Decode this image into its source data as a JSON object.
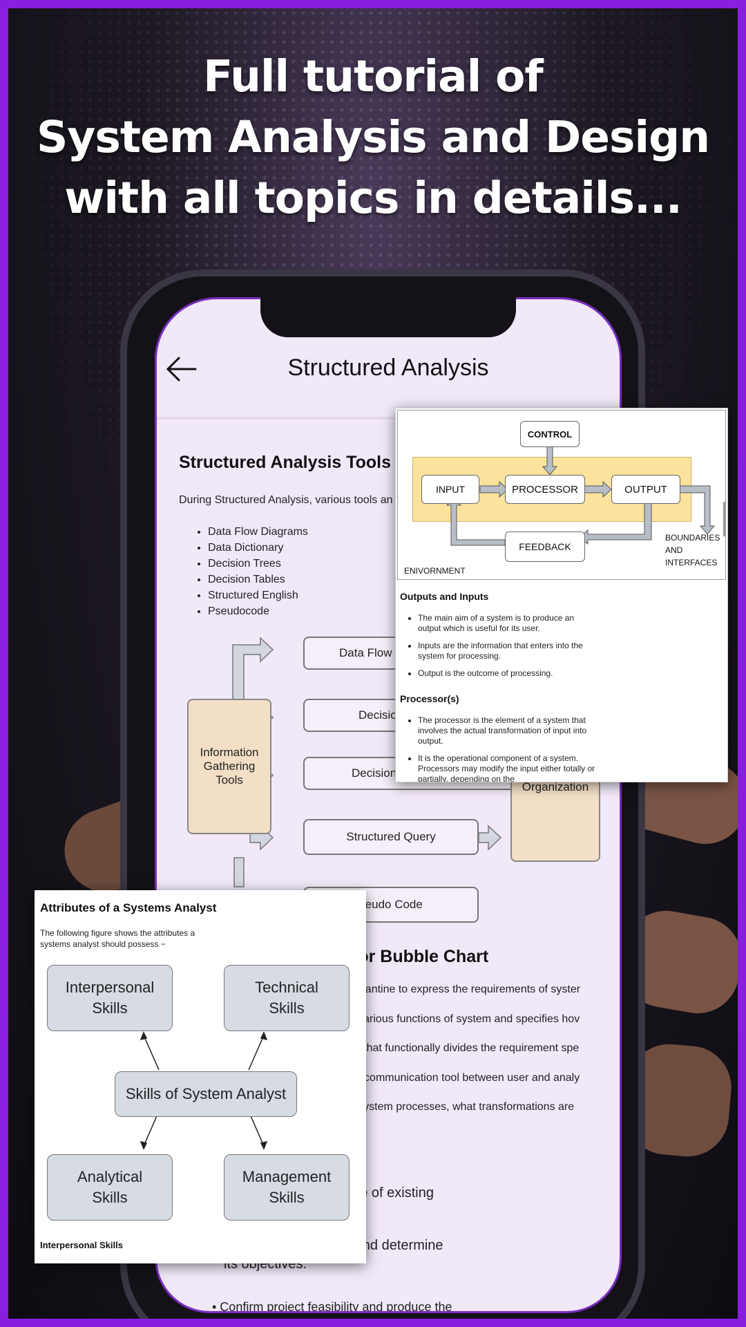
{
  "headline": {
    "line1": "Full tutorial of",
    "line2": "System Analysis and Design",
    "line3": "with all topics in details..."
  },
  "app": {
    "title": "Structured Analysis",
    "back_icon": "back-arrow-icon"
  },
  "content": {
    "section_title": "Structured Analysis Tools",
    "intro": "During Structured Analysis, various tools an",
    "tools": [
      "Data Flow Diagrams",
      "Data Dictionary",
      "Decision Trees",
      "Decision Tables",
      "Structured English",
      "Pseudocode"
    ],
    "diagram": {
      "info_box": "Information Gathering Tools",
      "data_flow": "Data Flow D",
      "decision1": "Decision",
      "decision2": "Decision",
      "structured_query": "Structured Query",
      "pseudo_code": "seudo Code",
      "organization": "Organization"
    },
    "dfd_heading": "D) or Bubble Chart",
    "paras": [
      "Constantine to express the requirements of syster",
      "een various functions of system and specifies hov",
      "hase that functionally divides the requirement spe",
      "good communication tool between user and analy",
      "ta a system processes, what transformations are"
    ],
    "lower": {
      "scope": "cope of existing",
      "determine": "n and determine",
      "objectives": "its objectives.",
      "feasibility": "• Confirm project feasibility and produce the"
    }
  },
  "card_system": {
    "control": "CONTROL",
    "input": "INPUT",
    "processor": "PROCESSOR",
    "output": "OUTPUT",
    "feedback": "FEEDBACK",
    "environment": "ENIVORNMENT",
    "boundaries": "BOUNDARIES\nAND\nINTERFACES",
    "h1": "Outputs and Inputs",
    "bullets1": [
      "The main aim of a system is to produce an output which is useful for its user.",
      "Inputs are the information that enters into the system for processing.",
      "Output is the outcome of processing."
    ],
    "h2": "Processor(s)",
    "bullets2": [
      "The processor is the element of a system that involves the actual transformation of input into output.",
      "It is the operational component of a system. Processors may modify the input either totally or partially, depending on the"
    ]
  },
  "card_attr": {
    "title": "Attributes of a Systems Analyst",
    "desc": "The following figure shows the attributes a systems analyst should possess −",
    "interpersonal": "Interpersonal Skills",
    "technical": "Technical Skills",
    "center": "Skills of System Analyst",
    "analytical": "Analytical Skills",
    "management": "Management Skills",
    "footer": "Interpersonal Skills"
  }
}
